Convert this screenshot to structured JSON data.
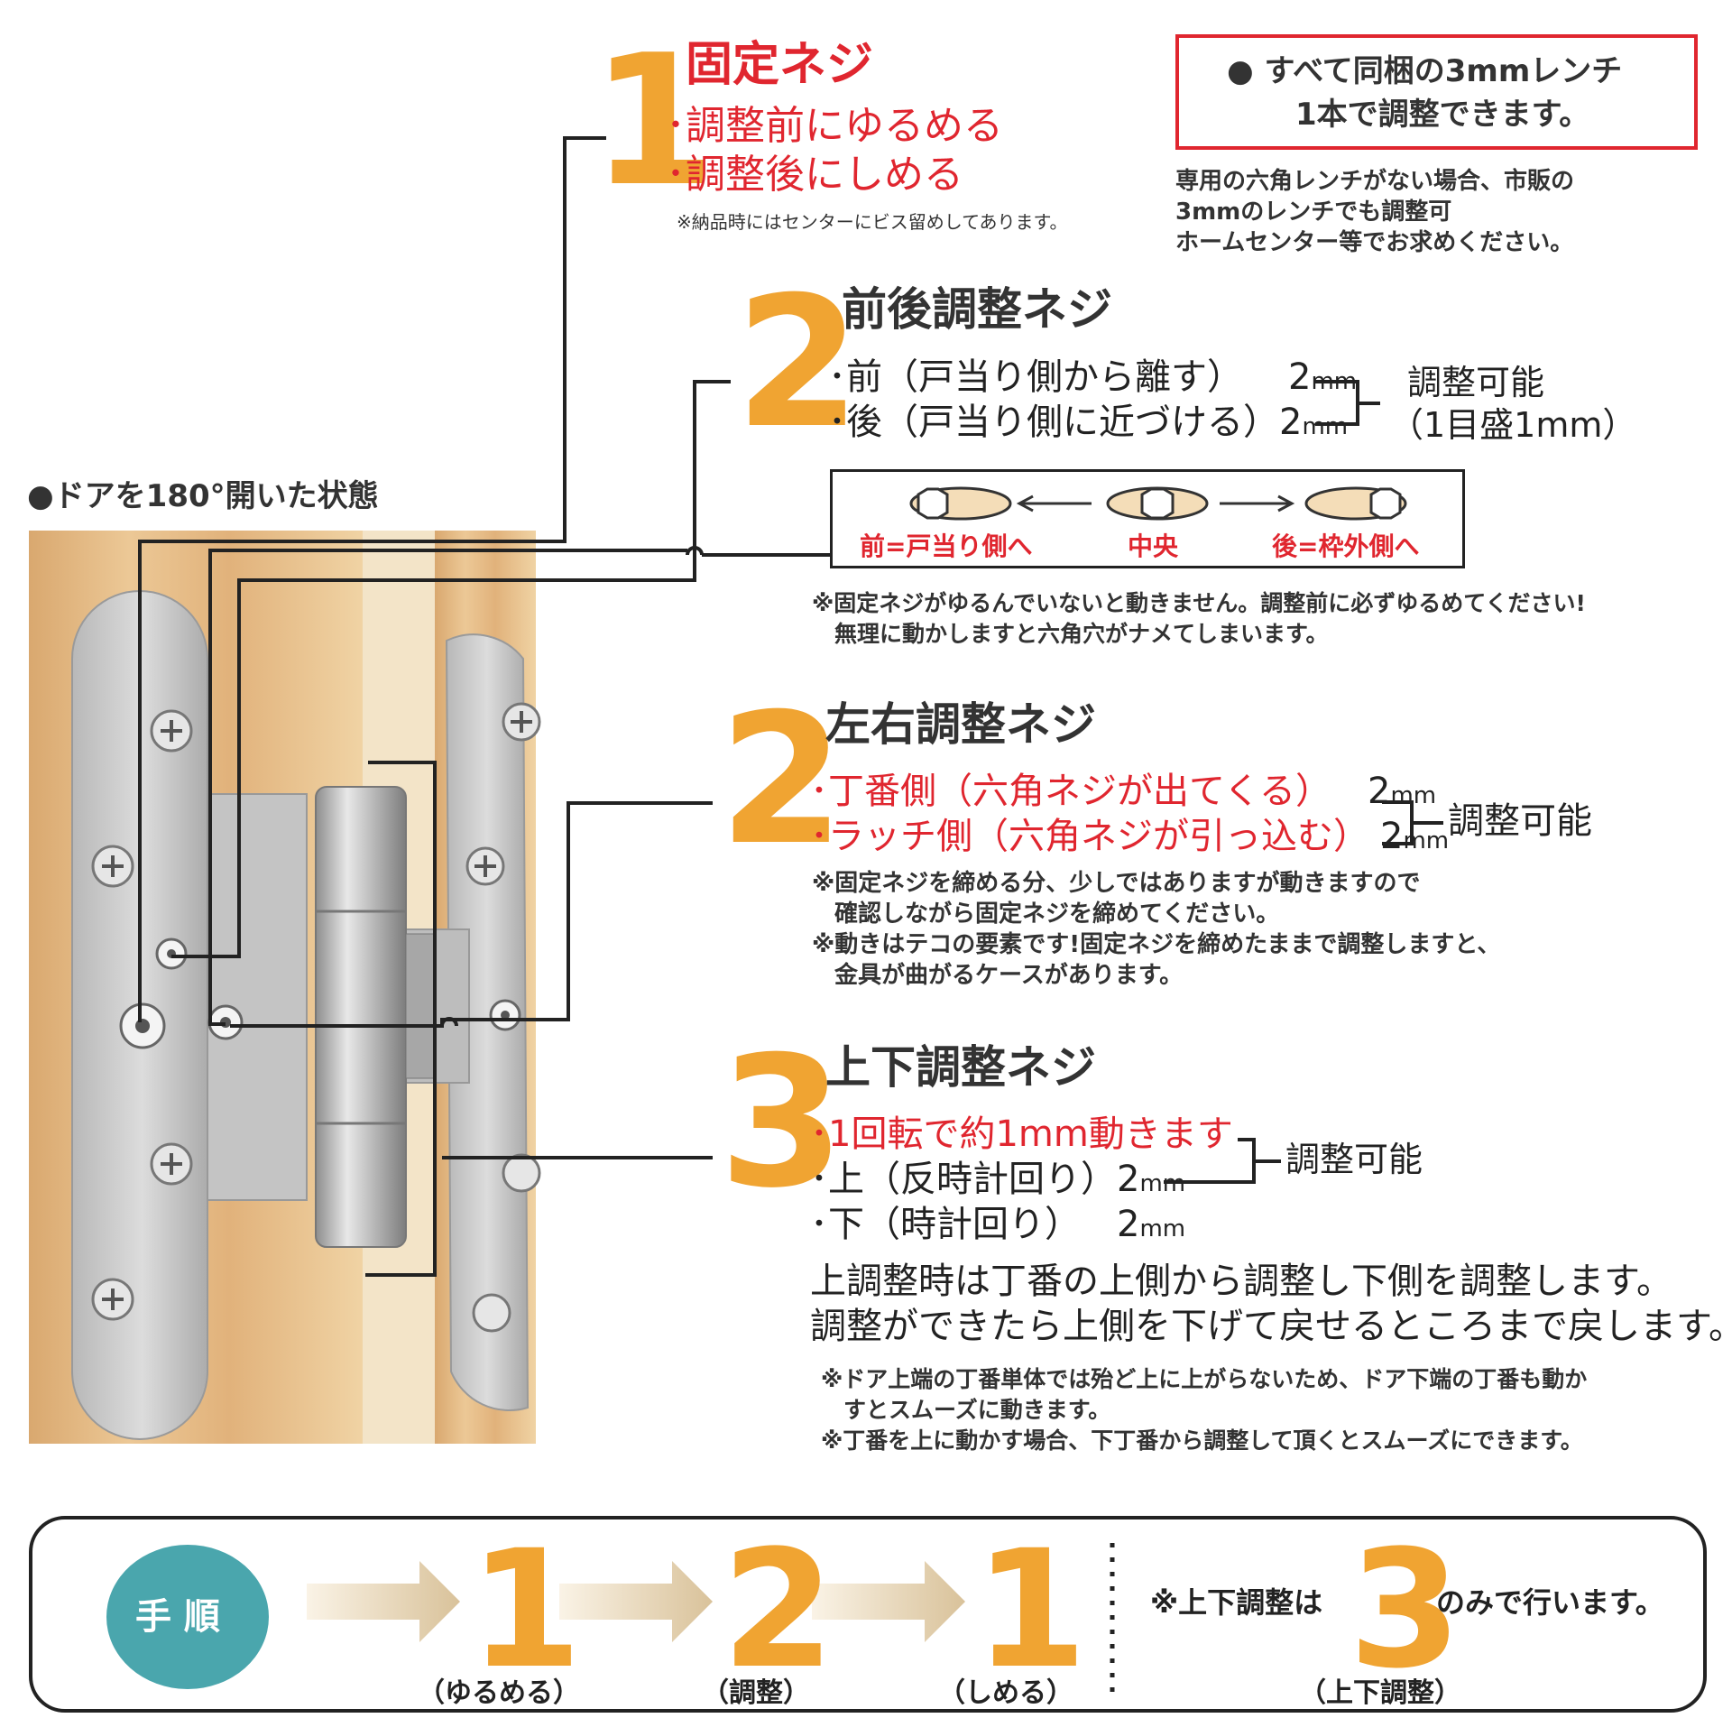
{
  "step1": {
    "number": "1",
    "title": "固定ネジ",
    "items": [
      "･調整前にゆるめる",
      "･調整後にしめる"
    ],
    "note": "※納品時にはセンターにビス留めしてあります。"
  },
  "wrench_box": {
    "line1": "● すべて同梱の3mmレンチ",
    "line2": "1本で調整できます。",
    "sub": [
      "専用の六角レンチがない場合、市販の",
      "3mmのレンチでも調整可",
      "ホームセンター等でお求めください。"
    ]
  },
  "step2a": {
    "number": "2",
    "title": "前後調整ネジ",
    "item1": "･前（戸当り側から離す）",
    "item1_val": "2",
    "item2": "･後（戸当り側に近づける）",
    "item2_val": "2",
    "unit": "mm",
    "bracket_label1": "調整可能",
    "bracket_label2": "（1目盛1mm）",
    "diagram": {
      "left": "前=戸当り側へ",
      "center": "中央",
      "right": "後=枠外側へ"
    },
    "note_lines": [
      "※固定ネジがゆるんでいないと動きません。調整前に必ずゆるめてください!",
      "無理に動かしますと六角穴がナメてしまいます。"
    ]
  },
  "door_caption": "●ドアを180°開いた状態",
  "step2b": {
    "number": "2",
    "title": "左右調整ネジ",
    "item1": "･丁番側（六角ネジが出てくる）",
    "item1_val": "2",
    "item2": "･ラッチ側（六角ネジが引っ込む）",
    "item2_val": "2",
    "unit": "mm",
    "bracket_label": "調整可能",
    "note_lines": [
      "※固定ネジを締める分、少しではありますが動きますので",
      "確認しながら固定ネジを締めてください。",
      "※動きはテコの要素です!固定ネジを締めたままで調整しますと、",
      "金具が曲がるケースがあります。"
    ]
  },
  "step3": {
    "number": "3",
    "title": "上下調整ネジ",
    "item0": "･1回転で約1mm動きます",
    "item1": "･上（反時計回り）",
    "item1_val": "2",
    "item2": "･下（時計回り）",
    "item2_val": "2",
    "unit": "mm",
    "bracket_label": "調整可能",
    "body_lines": [
      "上調整時は丁番の上側から調整し下側を調整します。",
      "調整ができたら上側を下げて戻せるところまで戻します。"
    ],
    "note_lines": [
      "※ドア上端の丁番単体では殆ど上に上がらないため、ドア下端の丁番も動か",
      "すとスムーズに動きます。",
      "※丁番を上に動かす場合、下丁番から調整して頂くとスムーズにできます。"
    ]
  },
  "procedure": {
    "badge": "手 順",
    "steps": [
      {
        "num": "1",
        "label": "（ゆるめる）"
      },
      {
        "num": "2",
        "label": "（調整）"
      },
      {
        "num": "1",
        "label": "（しめる）"
      }
    ],
    "note_prefix": "※上下調整は",
    "note_num": "3",
    "note_suffix": "のみで行います。",
    "note_label": "（上下調整）"
  },
  "colors": {
    "accent_orange": "#f0a432",
    "red": "#e0262f",
    "teal": "#4aa6ad",
    "wood": "#e2b886",
    "metal": "#c9c9c9"
  }
}
